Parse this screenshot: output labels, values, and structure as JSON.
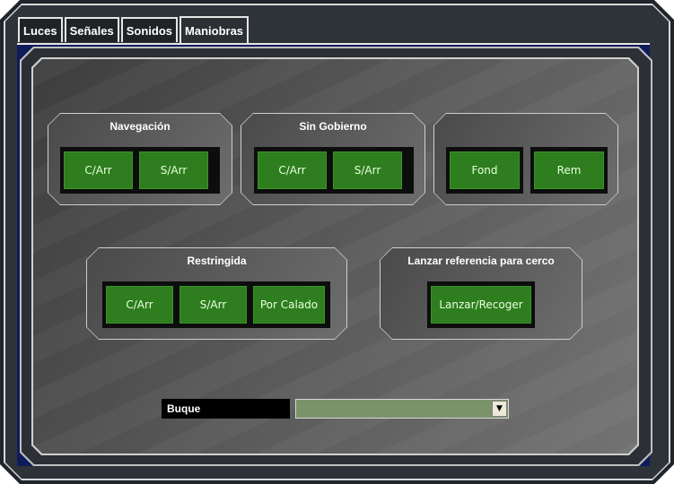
{
  "tabs": [
    {
      "label": "Luces",
      "active": false
    },
    {
      "label": "Señales",
      "active": false
    },
    {
      "label": "Sonidos",
      "active": false
    },
    {
      "label": "Maniobras",
      "active": true
    }
  ],
  "groups": {
    "navegacion": {
      "title": "Navegación",
      "buttons": [
        "C/Arr",
        "S/Arr"
      ]
    },
    "sin_gobierno": {
      "title": "Sin Gobierno",
      "buttons": [
        "C/Arr",
        "S/Arr"
      ]
    },
    "fondeo": {
      "title": "",
      "buttons": [
        "Fond",
        "Rem"
      ]
    },
    "restringida": {
      "title": "Restringida",
      "buttons": [
        "C/Arr",
        "S/Arr",
        "Por Calado"
      ]
    },
    "lanzar": {
      "title": "Lanzar referencia para cerco",
      "buttons": [
        "Lanzar/Recoger"
      ]
    }
  },
  "buque": {
    "label": "Buque",
    "value": ""
  },
  "colors": {
    "button_green": "#2e7d1e",
    "frame_dark": "#1f252b"
  }
}
